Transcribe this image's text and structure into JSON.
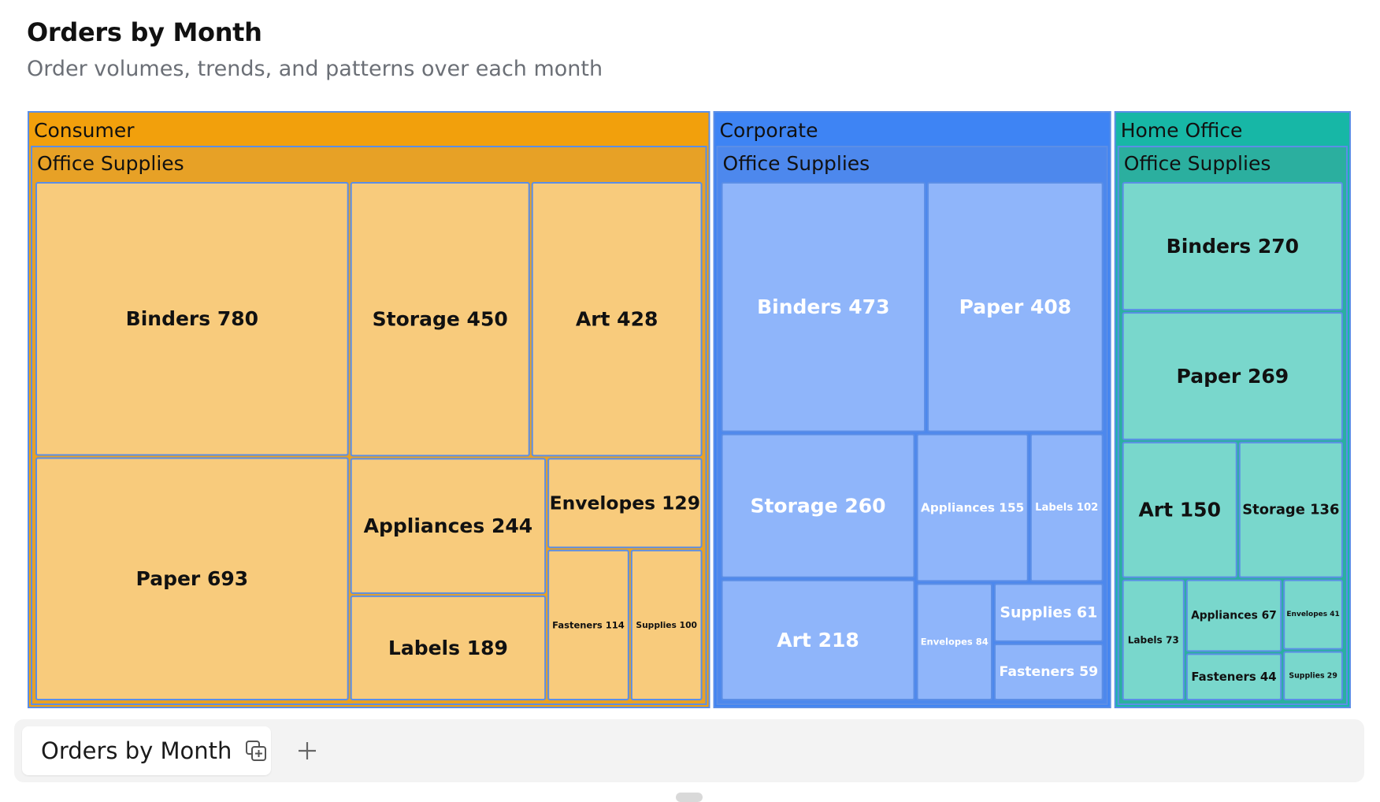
{
  "header": {
    "title": "Orders by Month",
    "subtitle": "Order volumes, trends, and patterns over each month"
  },
  "tabs": {
    "active_label": "Orders by Month",
    "duplicate_icon": "duplicate-icon",
    "add_icon": "plus-icon"
  },
  "colors": {
    "Consumer": {
      "header": "#f2a00c",
      "sub": "#e7a126",
      "leaf": "#f8cb7c",
      "text": "#111111"
    },
    "Corporate": {
      "header": "#3e84f4",
      "sub": "#4d88ed",
      "leaf": "#8fb5fa",
      "text": "#ffffff"
    },
    "Home Office": {
      "header": "#17b7a6",
      "sub": "#2baf9f",
      "leaf": "#79d7cc",
      "text": "#111111"
    },
    "tile_border": "#5b8ee6"
  },
  "chart_data": {
    "type": "treemap",
    "title": "Orders by Month",
    "subtitle": "Order volumes, trends, and patterns over each month",
    "groups": [
      {
        "name": "Consumer",
        "children": [
          {
            "name": "Office Supplies",
            "children": [
              {
                "name": "Binders",
                "value": 780
              },
              {
                "name": "Paper",
                "value": 693
              },
              {
                "name": "Storage",
                "value": 450
              },
              {
                "name": "Art",
                "value": 428
              },
              {
                "name": "Appliances",
                "value": 244
              },
              {
                "name": "Labels",
                "value": 189
              },
              {
                "name": "Envelopes",
                "value": 129
              },
              {
                "name": "Fasteners",
                "value": 114
              },
              {
                "name": "Supplies",
                "value": 100
              }
            ]
          }
        ]
      },
      {
        "name": "Corporate",
        "children": [
          {
            "name": "Office Supplies",
            "children": [
              {
                "name": "Binders",
                "value": 473
              },
              {
                "name": "Paper",
                "value": 408
              },
              {
                "name": "Storage",
                "value": 260
              },
              {
                "name": "Art",
                "value": 218
              },
              {
                "name": "Appliances",
                "value": 155
              },
              {
                "name": "Labels",
                "value": 102
              },
              {
                "name": "Envelopes",
                "value": 84
              },
              {
                "name": "Supplies",
                "value": 61
              },
              {
                "name": "Fasteners",
                "value": 59
              }
            ]
          }
        ]
      },
      {
        "name": "Home Office",
        "children": [
          {
            "name": "Office Supplies",
            "children": [
              {
                "name": "Binders",
                "value": 270
              },
              {
                "name": "Paper",
                "value": 269
              },
              {
                "name": "Art",
                "value": 150
              },
              {
                "name": "Storage",
                "value": 136
              },
              {
                "name": "Labels",
                "value": 73
              },
              {
                "name": "Appliances",
                "value": 67
              },
              {
                "name": "Fasteners",
                "value": 44
              },
              {
                "name": "Envelopes",
                "value": 41
              },
              {
                "name": "Supplies",
                "value": 29
              }
            ]
          }
        ]
      }
    ]
  }
}
